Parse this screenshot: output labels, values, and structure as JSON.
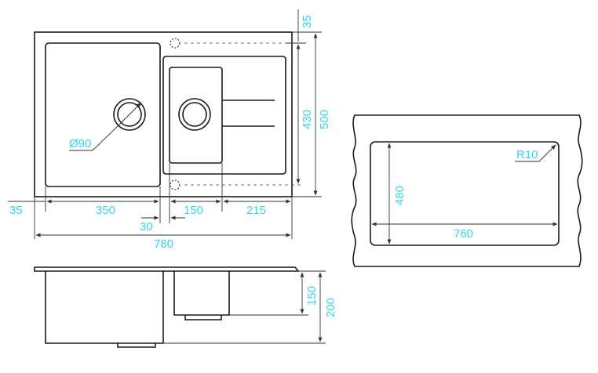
{
  "diagram": {
    "top_view": {
      "dims": {
        "overall_width": "780",
        "overall_height": "500",
        "edge_left": "35",
        "edge_top": "35",
        "main_bowl_width": "350",
        "gap": "30",
        "small_bowl_width": "150",
        "drainer_width": "215",
        "small_bowl_height": "430",
        "drain_diameter": "Ø90"
      }
    },
    "cutout_view": {
      "dims": {
        "width": "760",
        "height": "480",
        "radius": "R10"
      }
    },
    "side_view": {
      "dims": {
        "small_bowl_depth": "150",
        "main_bowl_depth": "200"
      }
    }
  }
}
